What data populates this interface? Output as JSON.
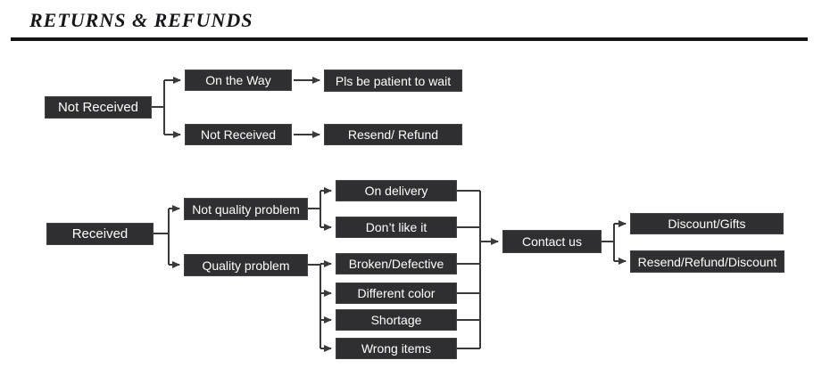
{
  "header": {
    "title": "RETURNS & REFUNDS"
  },
  "colors": {
    "box_fill": "#2f2f31",
    "box_text": "#ffffff",
    "connector": "#3a3a3c",
    "title_text": "#17171a",
    "rule": "#141416",
    "background": "#fefefe"
  },
  "flowchart": {
    "nodes": [
      {
        "id": "not-received",
        "label": "Not Received"
      },
      {
        "id": "on-the-way",
        "label": "On the Way"
      },
      {
        "id": "not-received-child",
        "label": "Not Received"
      },
      {
        "id": "pls-be-patient-to-wait",
        "label": "Pls be patient to wait"
      },
      {
        "id": "resend-refund",
        "label": "Resend/ Refund"
      },
      {
        "id": "received",
        "label": "Received"
      },
      {
        "id": "not-quality-problem",
        "label": "Not quality problem"
      },
      {
        "id": "quality-problem",
        "label": "Quality problem"
      },
      {
        "id": "on-delivery",
        "label": "On delivery"
      },
      {
        "id": "dont-like-it",
        "label": "Don’t like it"
      },
      {
        "id": "broken-defective",
        "label": "Broken/Defective"
      },
      {
        "id": "different-color",
        "label": "Different color"
      },
      {
        "id": "shortage",
        "label": "Shortage"
      },
      {
        "id": "wrong-items",
        "label": "Wrong items"
      },
      {
        "id": "contact-us",
        "label": "Contact us"
      },
      {
        "id": "discount-gifts",
        "label": "Discount/Gifts"
      },
      {
        "id": "resend-refund-discount",
        "label": "Resend/Refund/Discount"
      }
    ],
    "edges": [
      [
        "not-received",
        "on-the-way"
      ],
      [
        "not-received",
        "not-received-child"
      ],
      [
        "on-the-way",
        "pls-be-patient-to-wait"
      ],
      [
        "not-received-child",
        "resend-refund"
      ],
      [
        "received",
        "not-quality-problem"
      ],
      [
        "received",
        "quality-problem"
      ],
      [
        "not-quality-problem",
        "on-delivery"
      ],
      [
        "not-quality-problem",
        "dont-like-it"
      ],
      [
        "quality-problem",
        "broken-defective"
      ],
      [
        "quality-problem",
        "different-color"
      ],
      [
        "quality-problem",
        "shortage"
      ],
      [
        "quality-problem",
        "wrong-items"
      ],
      [
        "on-delivery",
        "contact-us"
      ],
      [
        "dont-like-it",
        "contact-us"
      ],
      [
        "broken-defective",
        "contact-us"
      ],
      [
        "different-color",
        "contact-us"
      ],
      [
        "shortage",
        "contact-us"
      ],
      [
        "wrong-items",
        "contact-us"
      ],
      [
        "contact-us",
        "discount-gifts"
      ],
      [
        "contact-us",
        "resend-refund-discount"
      ]
    ]
  }
}
